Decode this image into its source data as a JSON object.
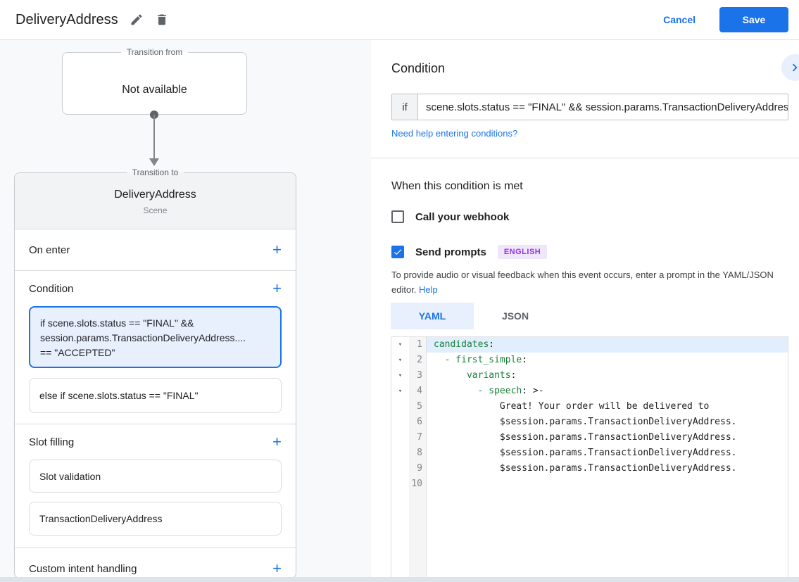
{
  "header": {
    "title": "DeliveryAddress",
    "cancel": "Cancel",
    "save": "Save"
  },
  "flow": {
    "from_label": "Transition from",
    "from_value": "Not available",
    "to_label": "Transition to",
    "scene_name": "DeliveryAddress",
    "scene_type": "Scene"
  },
  "scene_card": {
    "on_enter_label": "On enter",
    "condition_label": "Condition",
    "slot_filling_label": "Slot filling",
    "custom_intent_label": "Custom intent handling",
    "add_icon": "+",
    "condition_selected": {
      "l1": "if scene.slots.status == \"FINAL\" &&",
      "l2": "session.params.TransactionDeliveryAddress....",
      "l3": "== \"ACCEPTED\""
    },
    "condition_else": "else if scene.slots.status == \"FINAL\"",
    "slots": {
      "validation": "Slot validation",
      "parameter": "TransactionDeliveryAddress"
    }
  },
  "condition_panel": {
    "title": "Condition",
    "if_label": "if",
    "if_value": "scene.slots.status == \"FINAL\" && session.params.TransactionDeliveryAddress",
    "help_link": "Need help entering conditions?"
  },
  "handlers": {
    "title": "When this condition is met",
    "webhook_label": "Call your webhook",
    "prompts_label": "Send prompts",
    "language_badge": "ENGLISH",
    "description": "To provide audio or visual feedback when this event occurs, enter a prompt in the YAML/JSON editor.",
    "help_label": "Help"
  },
  "editor": {
    "yaml_tab": "YAML",
    "json_tab": "JSON",
    "lines": [
      {
        "n": "1",
        "arrow": "▾",
        "pre": "",
        "key": "candidates",
        "rest": ":"
      },
      {
        "n": "2",
        "arrow": "▾",
        "pre": "  ",
        "key": "- first_simple",
        "rest": ":"
      },
      {
        "n": "3",
        "arrow": "▾",
        "pre": "      ",
        "key": "variants",
        "rest": ":"
      },
      {
        "n": "4",
        "arrow": "▾",
        "pre": "        ",
        "key": "- speech",
        "rest": ": >-"
      },
      {
        "n": "5",
        "arrow": "",
        "pre": "            ",
        "key": "",
        "rest": "Great! Your order will be delivered to"
      },
      {
        "n": "6",
        "arrow": "",
        "pre": "            ",
        "key": "",
        "rest": "$session.params.TransactionDeliveryAddress."
      },
      {
        "n": "7",
        "arrow": "",
        "pre": "            ",
        "key": "",
        "rest": "$session.params.TransactionDeliveryAddress."
      },
      {
        "n": "8",
        "arrow": "",
        "pre": "            ",
        "key": "",
        "rest": "$session.params.TransactionDeliveryAddress."
      },
      {
        "n": "9",
        "arrow": "",
        "pre": "            ",
        "key": "",
        "rest": "$session.params.TransactionDeliveryAddress."
      },
      {
        "n": "10",
        "arrow": "",
        "pre": "",
        "key": "",
        "rest": ""
      }
    ]
  },
  "colors": {
    "accent_blue": "#1a73e8",
    "yaml_key_green": "#188038",
    "badge_purple": "#9334e6",
    "selected_card_bg": "#e8f0fe",
    "left_panel_bg": "#f8f9fa"
  }
}
